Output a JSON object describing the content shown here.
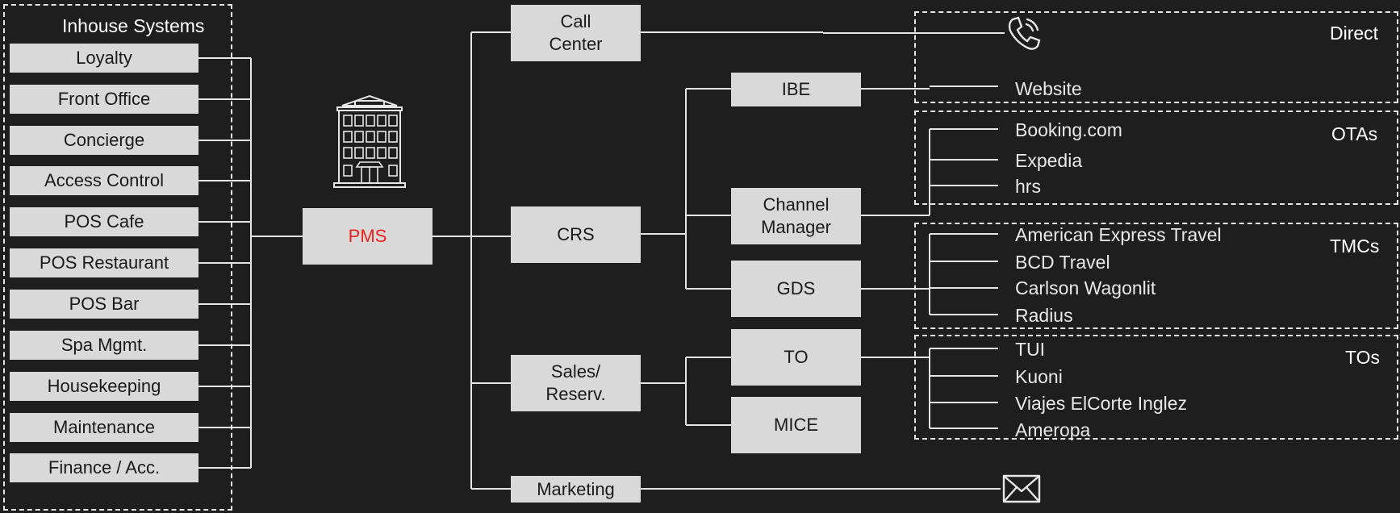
{
  "inhouse": {
    "title": "Inhouse Systems",
    "items": [
      "Loyalty",
      "Front Office",
      "Concierge",
      "Access Control",
      "POS Cafe",
      "POS Restaurant",
      "POS Bar",
      "Spa Mgmt.",
      "Housekeeping",
      "Maintenance",
      "Finance / Acc."
    ]
  },
  "pms": {
    "label": "PMS",
    "color": "#e8221c",
    "icon": "hotel-building-icon"
  },
  "distribution": {
    "call_center": "Call\nCenter",
    "crs": "CRS",
    "sales": "Sales/\nReserv.",
    "marketing": "Marketing"
  },
  "channels": {
    "ibe": "IBE",
    "channel_manager": "Channel\nManager",
    "gds": "GDS",
    "to": "TO",
    "mice": "MICE"
  },
  "groups": {
    "direct": {
      "title": "Direct",
      "items": [
        "Website"
      ],
      "icon": "phone-icon"
    },
    "otas": {
      "title": "OTAs",
      "items": [
        "Booking.com",
        "Expedia",
        "hrs"
      ]
    },
    "tmcs": {
      "title": "TMCs",
      "items": [
        "American Express Travel",
        "BCD Travel",
        "Carlson Wagonlit",
        "Radius"
      ]
    },
    "tos": {
      "title": "TOs",
      "items": [
        "TUI",
        "Kuoni",
        "Viajes ElCorte Inglez",
        "Ameropa"
      ]
    }
  },
  "marketing_icon": "envelope-icon"
}
